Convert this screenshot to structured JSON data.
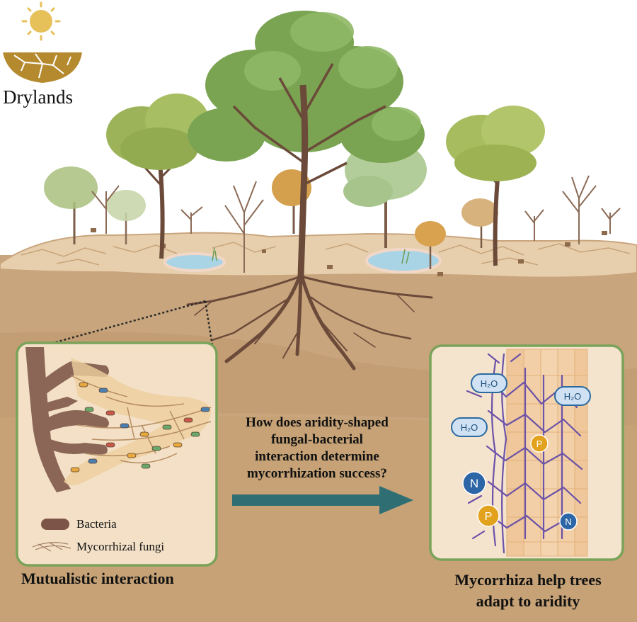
{
  "logo": {
    "label": "Drylands"
  },
  "question": {
    "lines": [
      "How does aridity-shaped",
      "fungal-bacterial",
      "interaction determine",
      "mycorrhization success?"
    ]
  },
  "left_panel": {
    "legend": {
      "bacteria": "Bacteria",
      "fungi": "Mycorrhizal fungi"
    },
    "caption": "Mutualistic interaction"
  },
  "right_panel": {
    "caption_lines": [
      "Mycorrhiza help trees",
      "adapt to aridity"
    ],
    "nutrients": {
      "water": "H₂O",
      "phosphorus": "P",
      "nitrogen": "N"
    }
  },
  "colors": {
    "soil": "#c9a57d",
    "soil_dark": "#b88f64",
    "crust": "#e7cfae",
    "root": "#6b4a3a",
    "panel_border": "#7aa35a",
    "arrow": "#2f6f73",
    "hyphae": "#6c52a8",
    "water_chip": "#2b6aa0",
    "p_chip": "#e2a21d",
    "n_chip": "#2c66a6",
    "sun": "#e6c15a"
  }
}
